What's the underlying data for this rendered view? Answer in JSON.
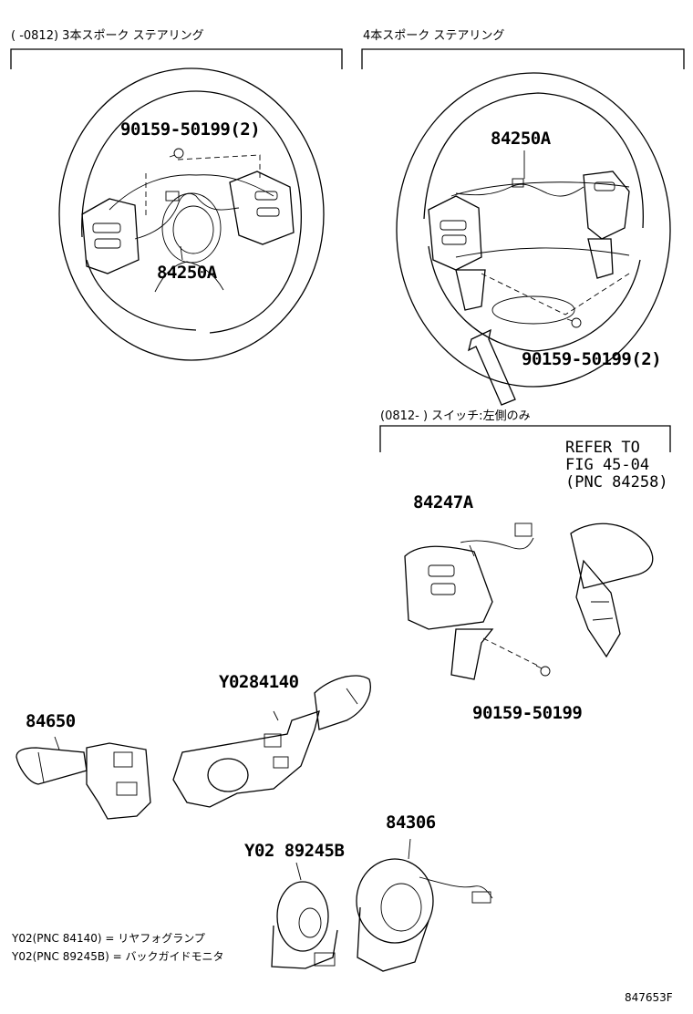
{
  "headers": {
    "left": "(      -0812) 3本スポーク ステアリング",
    "right": "4本スポーク ステアリング",
    "switch_note": "(0812-      ) スイッチ:左側のみ"
  },
  "parts": {
    "screw_left": "90159-50199(2)",
    "switch_left": "84250A",
    "switch_right": "84250A",
    "screw_right": "90159-50199(2)",
    "switch_single": "84247A",
    "screw_single": "90159-50199",
    "combo_switch": "Y0284140",
    "wiper_switch": "84650",
    "sensor": "Y02 89245B",
    "spiral_cable": "84306"
  },
  "refer": {
    "line1": "REFER TO",
    "line2": "FIG 45-04",
    "line3": "(PNC 84258)"
  },
  "legend": [
    "Y02(PNC 84140) = リヤフォグランプ",
    "Y02(PNC 89245B) = バックガイドモニタ"
  ],
  "figure_code": "847653F"
}
